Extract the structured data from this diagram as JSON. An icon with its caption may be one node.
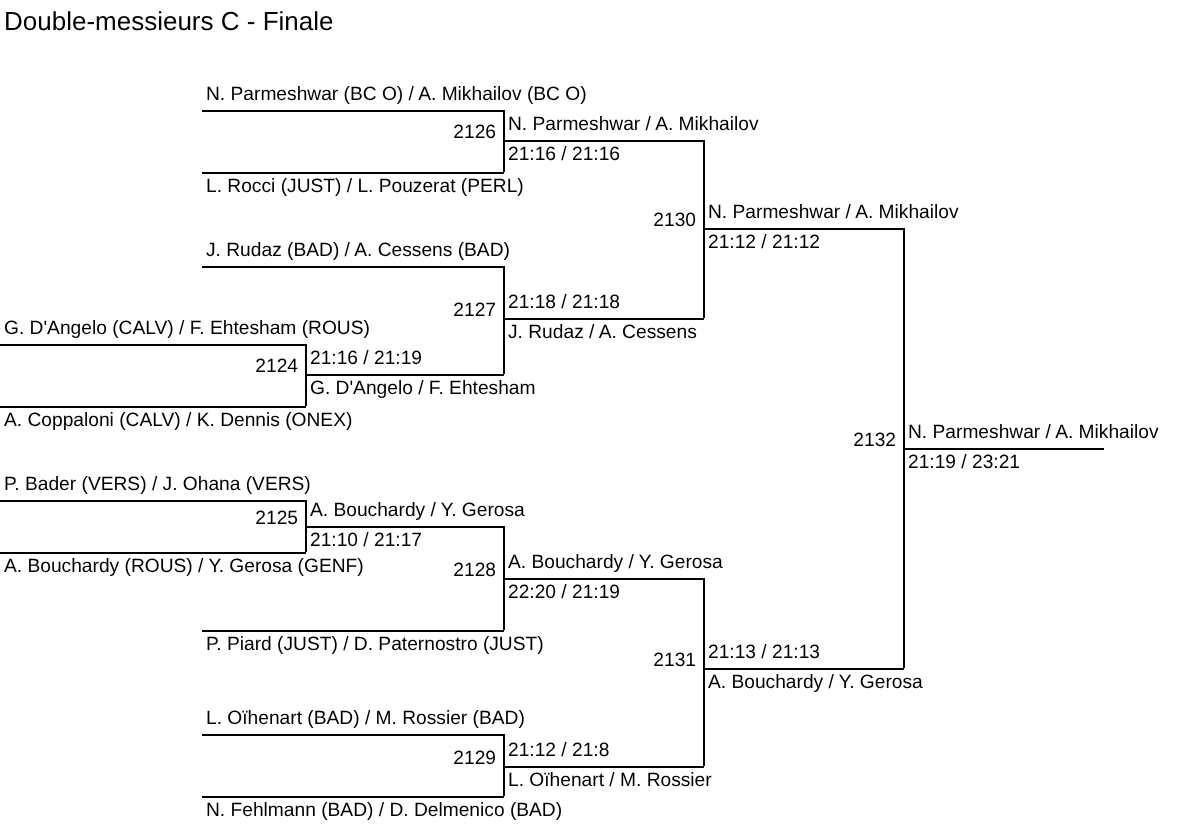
{
  "diagram": {
    "title": "Double-messieurs C - Finale",
    "nodes": [
      {
        "text": [
          "N. Parmeshwar (BC O) / A. Mikhailov (BC O)"
        ]
      },
      {
        "text": [
          "N. Parmeshwar / A. Mikhailov",
          "21:16 / 21:16"
        ],
        "beside": [
          "2126"
        ]
      },
      {
        "text": [
          "L. Rocci (JUST) / L. Pouzerat (PERL)"
        ]
      },
      {
        "text": [
          "N. Parmeshwar / A. Mikhailov",
          "21:12 / 21:12"
        ],
        "beside": [
          "2130"
        ]
      },
      {
        "text": [
          "J. Rudaz (BAD) / A. Cessens (BAD)"
        ]
      },
      {
        "text": [
          "21:18 / 21:18",
          "J. Rudaz / A. Cessens"
        ],
        "beside": [
          "2127"
        ]
      },
      {
        "text": [
          "G. D'Angelo (CALV) / F. Ehtesham (ROUS)"
        ]
      },
      {
        "text": [
          "21:16 / 21:19",
          "G. D'Angelo / F. Ehtesham"
        ],
        "beside": [
          "2124"
        ]
      },
      {
        "text": [
          "A. Coppaloni (CALV) / K. Dennis (ONEX)"
        ]
      },
      {
        "text": [
          "N. Parmeshwar / A. Mikhailov",
          "21:19 / 23:21"
        ],
        "beside": [
          "2132"
        ]
      },
      {
        "text": [
          "P. Bader (VERS) / J. Ohana (VERS)"
        ]
      },
      {
        "text": [
          "A. Bouchardy / Y. Gerosa",
          "21:10 / 21:17"
        ],
        "beside": [
          "2125"
        ]
      },
      {
        "text": [
          "A. Bouchardy (ROUS) / Y. Gerosa (GENF)"
        ]
      },
      {
        "text": [
          "A. Bouchardy / Y. Gerosa",
          "22:20 / 21:19"
        ],
        "beside": [
          "2128"
        ]
      },
      {
        "text": [
          "P. Piard (JUST) / D. Paternostro (JUST)"
        ]
      },
      {
        "text": [
          "21:13 / 21:13",
          "A. Bouchardy / Y. Gerosa"
        ],
        "beside": [
          "2131"
        ]
      },
      {
        "text": [
          "L. Oïhenart (BAD) / M. Rossier (BAD)"
        ]
      },
      {
        "text": [
          "21:12 / 21:8",
          "L. Oïhenart / M. Rossier"
        ],
        "beside": [
          "2129"
        ]
      },
      {
        "text": [
          "N. Fehlmann (BAD) / D. Delmenico (BAD)"
        ]
      }
    ],
    "edges": [
      {
        "from": 0,
        "to": 1,
        "arrow": "none"
      },
      {
        "from": 2,
        "to": 1,
        "arrow": "none"
      },
      {
        "from": 6,
        "to": 7,
        "arrow": "none"
      },
      {
        "from": 8,
        "to": 7,
        "arrow": "none"
      },
      {
        "from": 4,
        "to": 5,
        "arrow": "none"
      },
      {
        "from": 7,
        "to": 5,
        "arrow": "none"
      },
      {
        "from": 1,
        "to": 3,
        "arrow": "none"
      },
      {
        "from": 5,
        "to": 3,
        "arrow": "none"
      },
      {
        "from": 10,
        "to": 11,
        "arrow": "none"
      },
      {
        "from": 12,
        "to": 11,
        "arrow": "none"
      },
      {
        "from": 11,
        "to": 13,
        "arrow": "none"
      },
      {
        "from": 14,
        "to": 13,
        "arrow": "none"
      },
      {
        "from": 16,
        "to": 17,
        "arrow": "none"
      },
      {
        "from": 18,
        "to": 17,
        "arrow": "none"
      },
      {
        "from": 13,
        "to": 15,
        "arrow": "none"
      },
      {
        "from": 17,
        "to": 15,
        "arrow": "none"
      },
      {
        "from": 3,
        "to": 9,
        "arrow": "none"
      },
      {
        "from": 15,
        "to": 9,
        "arrow": "none"
      }
    ]
  }
}
